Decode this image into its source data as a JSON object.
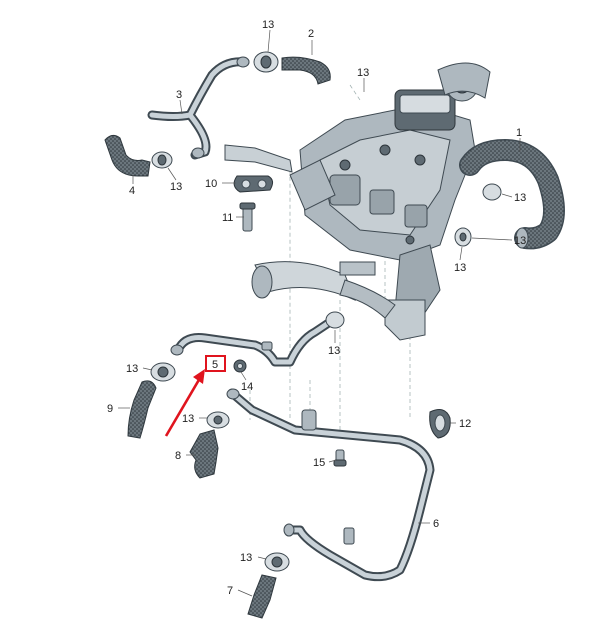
{
  "callouts": {
    "c1": "1",
    "c2": "2",
    "c3": "3",
    "c4": "4",
    "c5": "5",
    "c6": "6",
    "c7": "7",
    "c8": "8",
    "c9": "9",
    "c10": "10",
    "c11": "11",
    "c12": "12",
    "c14": "14",
    "c15": "15",
    "c13": "13"
  },
  "highlight": {
    "color": "#e0141e",
    "target": "5"
  }
}
